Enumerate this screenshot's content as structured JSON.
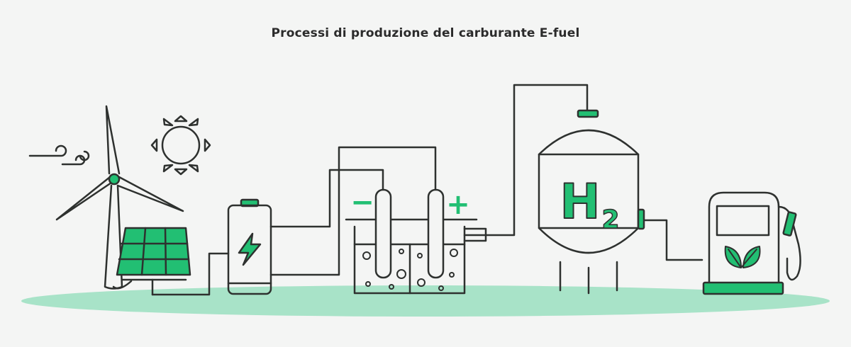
{
  "title": "Processi di produzione del carburante E-fuel",
  "labels": {
    "minus": "−",
    "plus": "+",
    "h2_letter": "H",
    "h2_subscript": "2"
  },
  "colors": {
    "background": "#f4f5f4",
    "line": "#2e312f",
    "accent": "#22bf73",
    "ground": "#a8e3c8"
  },
  "icons": [
    "wind-icon",
    "sun-icon",
    "wind-turbine-icon",
    "solar-panel-icon",
    "battery-icon",
    "lightning-bolt-icon",
    "electrolyzer-icon",
    "hydrogen-tank-icon",
    "fuel-pump-icon",
    "leaf-icon"
  ]
}
